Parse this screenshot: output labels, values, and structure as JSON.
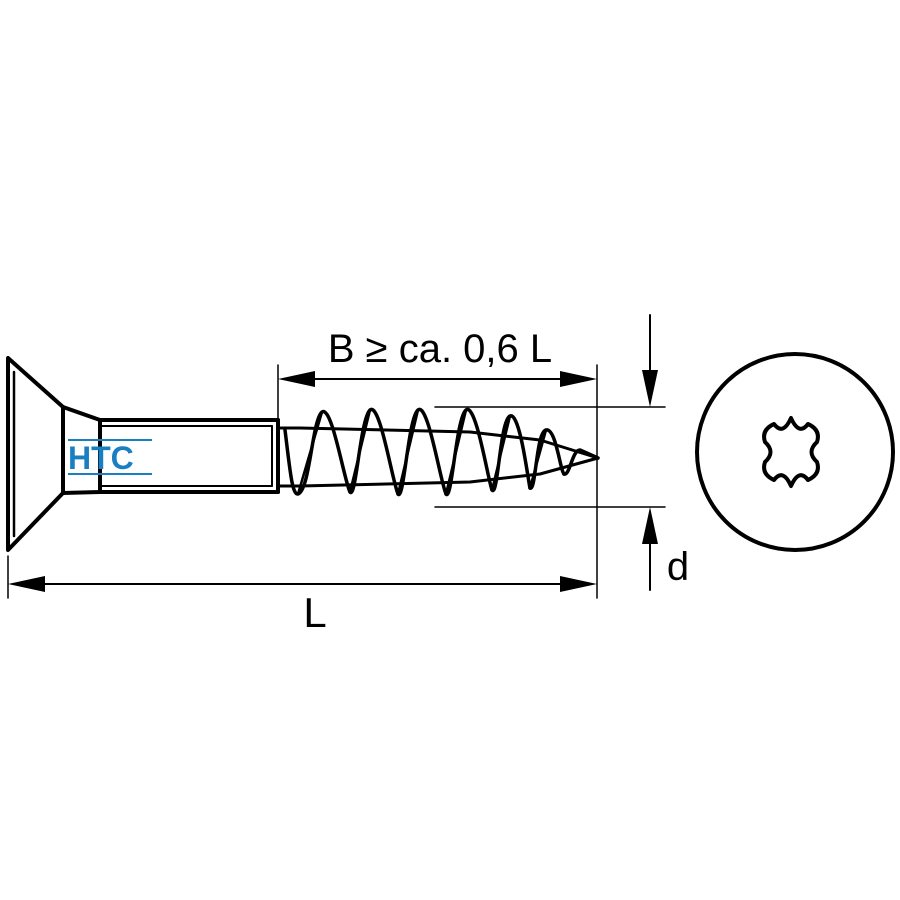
{
  "labels": {
    "thread_length": "B ≥ ca. 0,6 L",
    "length": "L",
    "diameter": "d"
  },
  "logo": {
    "text": "HTC",
    "color": "#1a7fc1"
  },
  "colors": {
    "line": "#000000",
    "background": "#ffffff"
  },
  "icons": {
    "drive": "torx-star-icon"
  }
}
